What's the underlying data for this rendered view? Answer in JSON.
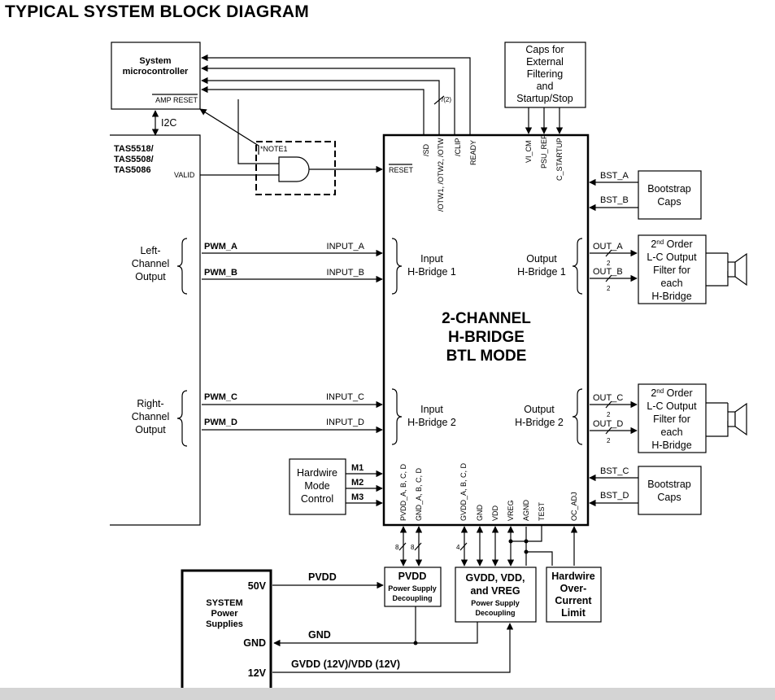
{
  "title": "TYPICAL SYSTEM BLOCK DIAGRAM",
  "blocks": {
    "microcontroller": [
      "System",
      "microcontroller"
    ],
    "amp_reset": "AMP RESET",
    "i2c": "I2C",
    "modulator": [
      "TAS5518/",
      "TAS5508/",
      "TAS5086"
    ],
    "valid": "VALID",
    "note": "*NOTE1",
    "caps_ext": [
      "Caps for",
      "External",
      "Filtering",
      "and",
      "Startup/Stop"
    ],
    "bootstrap_caps": [
      "Bootstrap",
      "Caps"
    ],
    "lc_filter": [
      "2nd Order",
      "L-C Output",
      "Filter for",
      "each",
      "H-Bridge"
    ],
    "main_label": [
      "2-CHANNEL",
      "H-BRIDGE",
      "BTL MODE"
    ],
    "hw_mode": [
      "Hardwire",
      "Mode",
      "Control"
    ],
    "pvdd_dec": [
      "PVDD",
      "Power Supply",
      "Decoupling"
    ],
    "gvdd_dec": [
      "GVDD, VDD,",
      "and VREG",
      "Power Supply",
      "Decoupling"
    ],
    "hw_ocl": [
      "Hardwire",
      "Over-",
      "Current",
      "Limit"
    ],
    "sys_power": [
      "SYSTEM",
      "Power",
      "Supplies"
    ],
    "left_channel": [
      "Left-",
      "Channel",
      "Output"
    ],
    "right_channel": [
      "Right-",
      "Channel",
      "Output"
    ],
    "input_hb1": [
      "Input",
      "H-Bridge 1"
    ],
    "input_hb2": [
      "Input",
      "H-Bridge 2"
    ],
    "output_hb1": [
      "Output",
      "H-Bridge 1"
    ],
    "output_hb2": [
      "Output",
      "H-Bridge 2"
    ]
  },
  "signals": {
    "pwm": [
      "PWM_A",
      "PWM_B",
      "PWM_C",
      "PWM_D"
    ],
    "inputs": [
      "INPUT_A",
      "INPUT_B",
      "INPUT_C",
      "INPUT_D"
    ],
    "outputs": [
      "OUT_A",
      "OUT_B",
      "OUT_C",
      "OUT_D"
    ],
    "bst": [
      "BST_A",
      "BST_B",
      "BST_C",
      "BST_D"
    ],
    "modes": [
      "M1",
      "M2",
      "M3"
    ],
    "reset": "RESET",
    "top_pins": [
      "/SD",
      "/OTW1, /OTW2, /OTW",
      "/CLIP",
      "READY",
      "VI_CM",
      "PSU_REF",
      "C_STARTUP"
    ],
    "bottom_pins": [
      "PVDD_A, B, C, D",
      "GND_A, B, C, D",
      "GVDD_A, B, C, D",
      "GND",
      "VDD",
      "VREG",
      "AGND",
      "TEST",
      "OC_ADJ"
    ],
    "bus_2": "/(2)",
    "count_2": "2",
    "count_8": "8",
    "count_4": "4"
  },
  "power": {
    "v50": "50V",
    "gnd": "GND",
    "v12": "12V",
    "pvdd": "PVDD",
    "gnd_net": "GND",
    "gvdd_net": "GVDD (12V)/VDD (12V)"
  }
}
